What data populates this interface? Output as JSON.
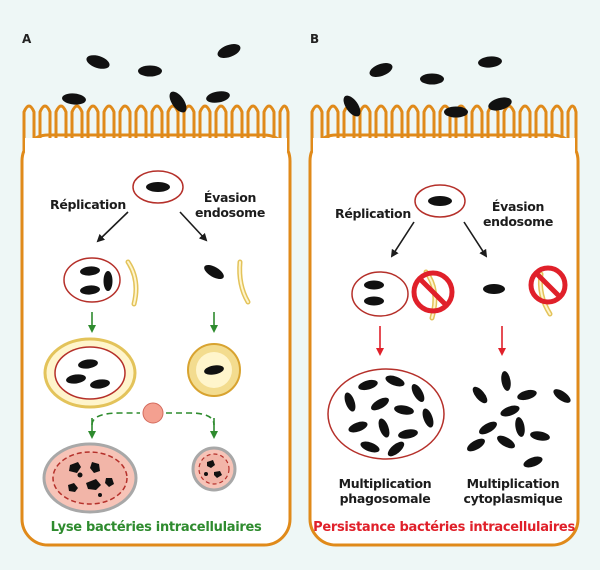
{
  "panels": {
    "a": {
      "letter": "A",
      "replication": "Réplication",
      "evasion_line1": "Évasion",
      "evasion_line2": "endosome",
      "caption": "Lyse bactéries intracellulaires",
      "caption_color": "#2e8b2e"
    },
    "b": {
      "letter": "B",
      "replication": "Réplication",
      "evasion_line1": "Évasion",
      "evasion_line2": "endosome",
      "mult_left_line1": "Multiplication",
      "mult_left_line2": "phagosomale",
      "mult_right_line1": "Multiplication",
      "mult_right_line2": "cytoplasmique",
      "caption": "Persistance bactéries intracellulaires",
      "caption_color": "#e0202a"
    }
  },
  "colors": {
    "cell_outline": "#e08a1a",
    "cell_fill": "#ffffff",
    "background": "#eef7f6",
    "vacuole_outline": "#b5302a",
    "bacterium": "#111111",
    "autophagy_yellow": "#e3c35a",
    "green_arrow": "#2e8b2e",
    "red_arrow": "#e0202a",
    "lysosome_pink": "#f4a090",
    "prohibited_red": "#e0202a"
  }
}
